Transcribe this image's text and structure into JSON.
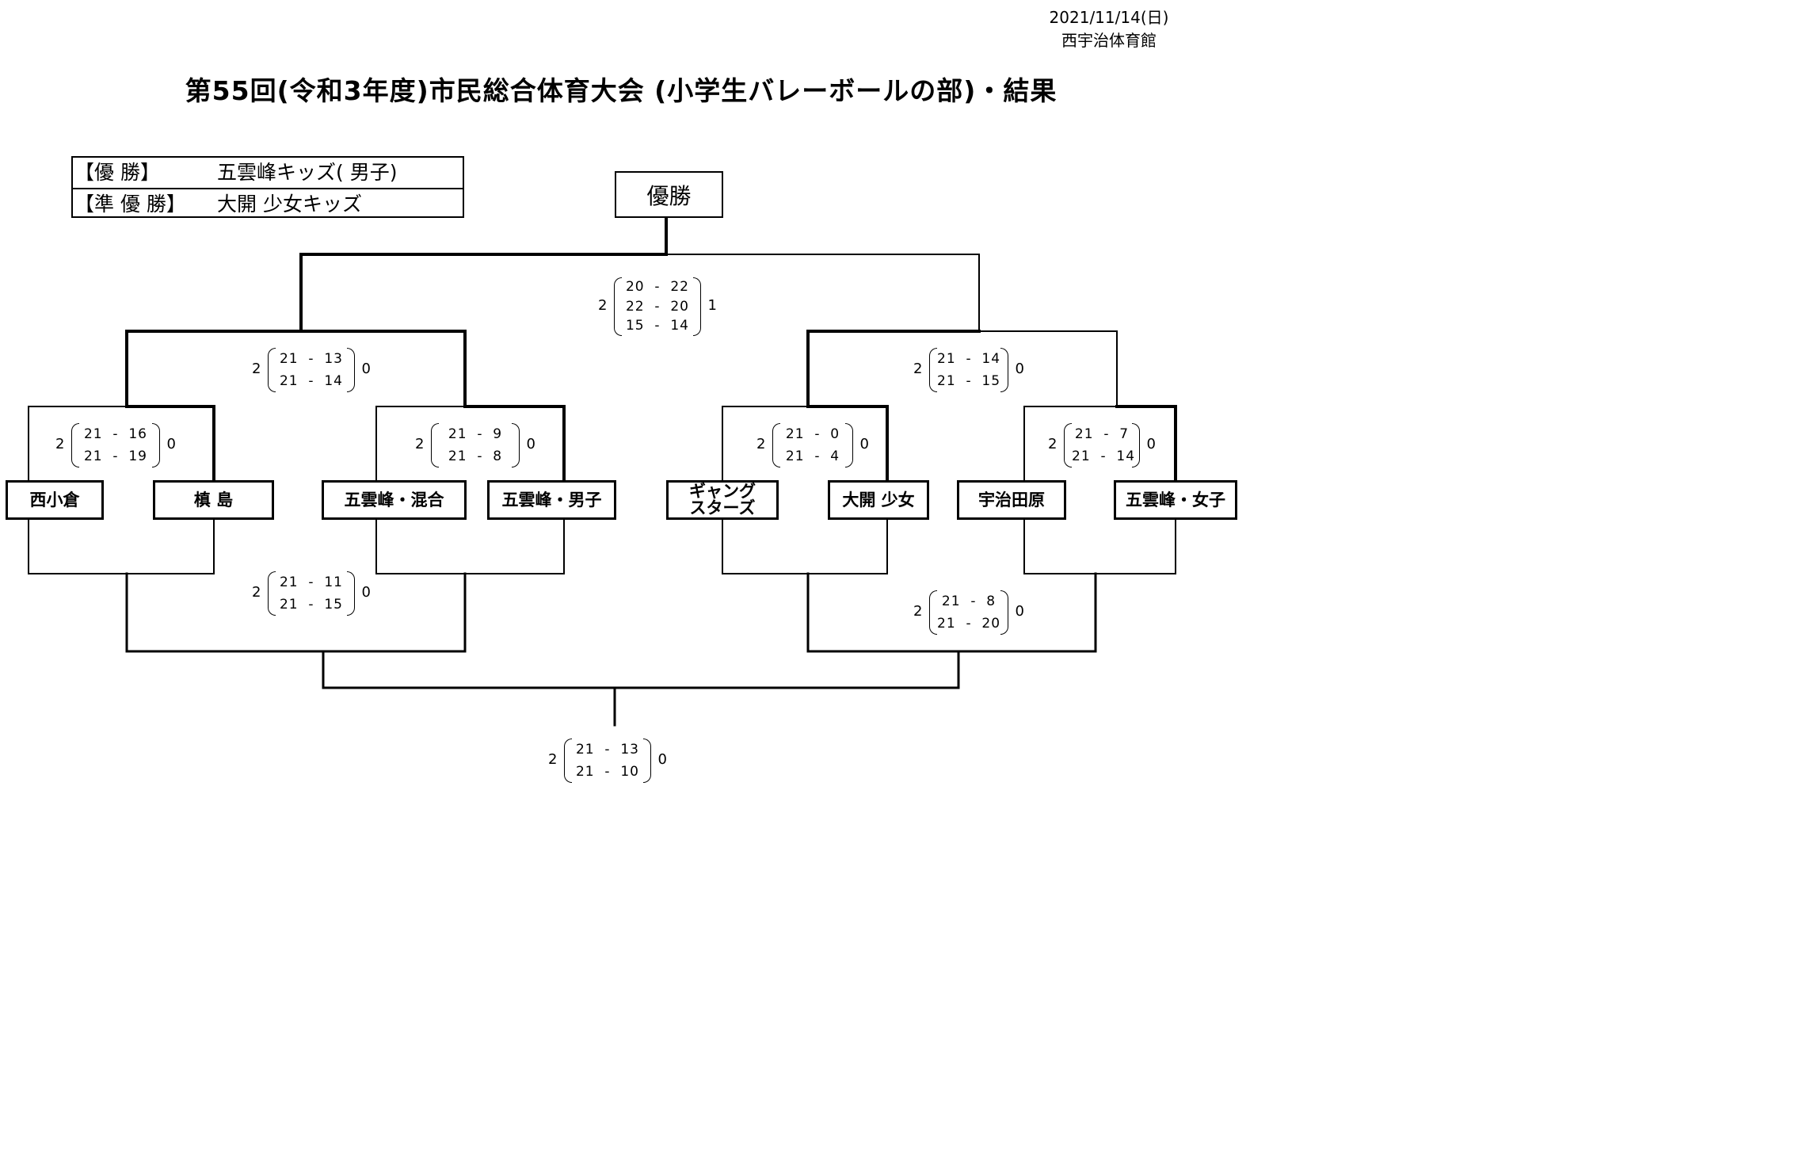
{
  "header": {
    "date": "2021/11/14(日)",
    "venue": "西宇治体育館",
    "title": "第55回(令和3年度)市民総合体育大会 (小学生バレーボールの部)・結果"
  },
  "results": {
    "champion_label": "【優 勝】",
    "champion": "五雲峰キッズ( 男子)",
    "runner_up_label": "【準 優 勝】",
    "runner_up": "大開 少女キッズ"
  },
  "champion_box": "優勝",
  "teams": [
    "西小倉",
    "槙 島",
    "五雲峰・混合",
    "五雲峰・男子",
    "ギャング\nスターズ",
    "大開 少女",
    "宇治田原",
    "五雲峰・女子"
  ],
  "scores": {
    "final": {
      "winner_sets": "2",
      "loser_sets": "1",
      "sets": [
        "20 - 22",
        "22 - 20",
        "15 - 14"
      ]
    },
    "semi_left": {
      "winner_sets": "2",
      "loser_sets": "0",
      "sets": [
        "21 - 13",
        "21 - 14"
      ]
    },
    "semi_right": {
      "winner_sets": "2",
      "loser_sets": "0",
      "sets": [
        "21 - 14",
        "21 - 15"
      ]
    },
    "r1_m1": {
      "winner_sets": "2",
      "loser_sets": "0",
      "sets": [
        "21 - 16",
        "21 - 19"
      ]
    },
    "r1_m2": {
      "winner_sets": "2",
      "loser_sets": "0",
      "sets": [
        "21 - 9",
        "21 - 8"
      ]
    },
    "r1_m3": {
      "winner_sets": "2",
      "loser_sets": "0",
      "sets": [
        "21 - 0",
        "21 - 4"
      ]
    },
    "r1_m4": {
      "winner_sets": "2",
      "loser_sets": "0",
      "sets": [
        "21 - 7",
        "21 - 14"
      ]
    },
    "consolation_left": {
      "winner_sets": "2",
      "loser_sets": "0",
      "sets": [
        "21 - 11",
        "21 - 15"
      ]
    },
    "consolation_right": {
      "winner_sets": "2",
      "loser_sets": "0",
      "sets": [
        "21 - 8",
        "21 - 20"
      ]
    },
    "third_place": {
      "winner_sets": "2",
      "loser_sets": "0",
      "sets": [
        "21 - 13",
        "21 - 10"
      ]
    }
  }
}
